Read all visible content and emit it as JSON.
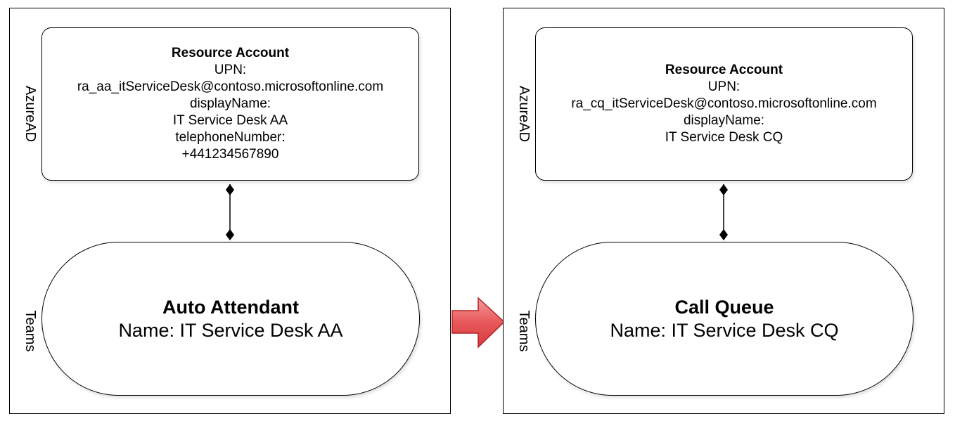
{
  "left_panel": {
    "azure_label": "AzureAD",
    "teams_label": "Teams",
    "resource_account": {
      "title": "Resource Account",
      "lines": [
        "UPN:",
        "ra_aa_itServiceDesk@contoso.microsoftonline.com",
        "displayName:",
        "IT Service Desk AA",
        "telephoneNumber:",
        "+441234567890"
      ]
    },
    "teams_object": {
      "title": "Auto Attendant",
      "name": "Name: IT Service Desk AA"
    }
  },
  "right_panel": {
    "azure_label": "AzureAD",
    "teams_label": "Teams",
    "resource_account": {
      "title": "Resource Account",
      "lines": [
        "UPN:",
        "ra_cq_itServiceDesk@contoso.microsoftonline.com",
        "displayName:",
        "IT Service Desk CQ"
      ]
    },
    "teams_object": {
      "title": "Call Queue",
      "name": "Name: IT Service Desk CQ"
    }
  },
  "colors": {
    "arrow_fill": "#e8585a",
    "arrow_stroke": "#b22326",
    "border": "#000000"
  }
}
